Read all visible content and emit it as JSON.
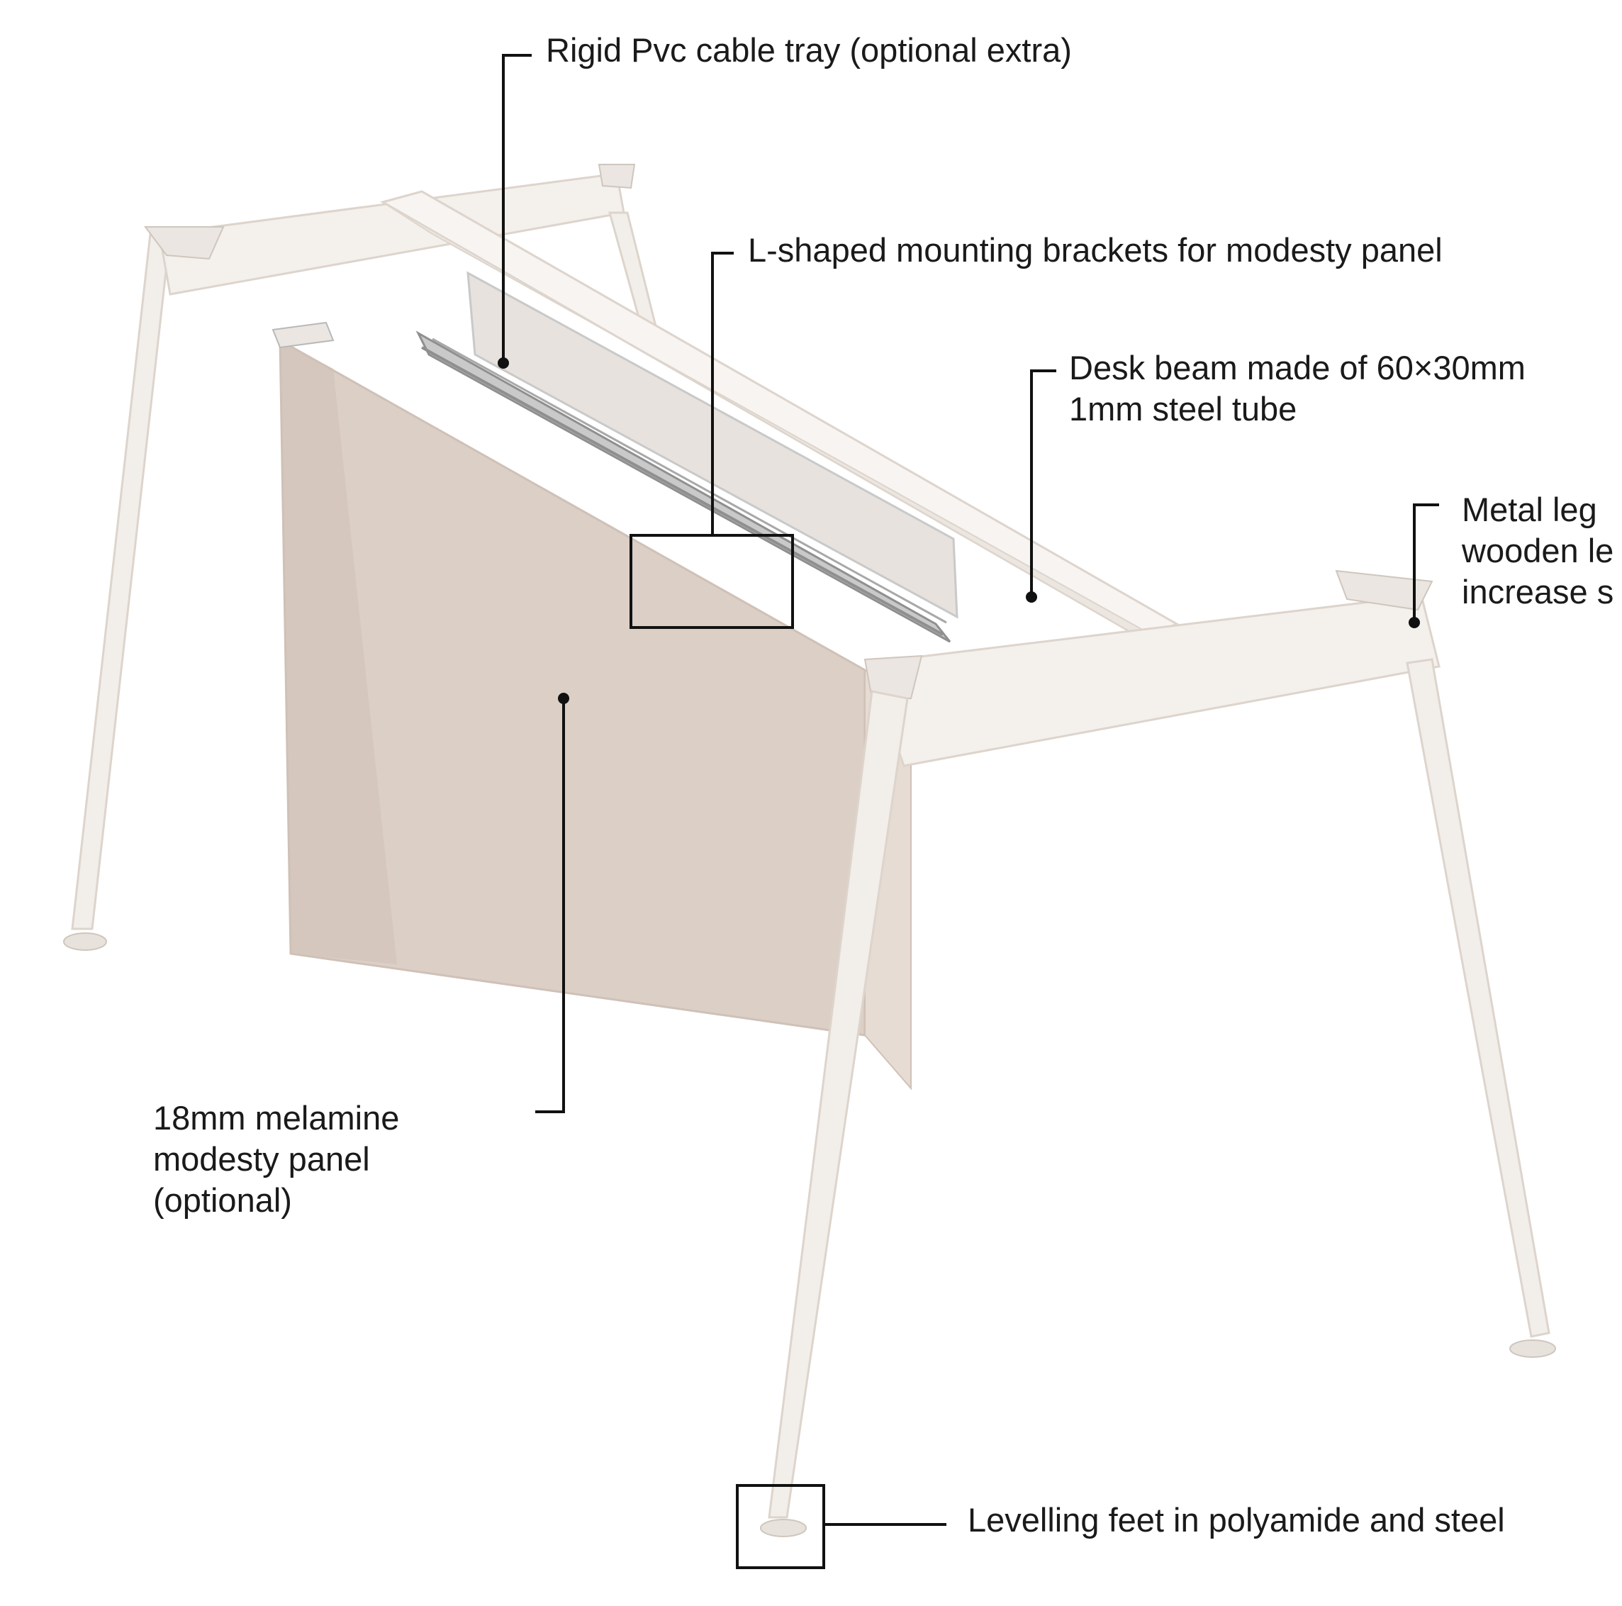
{
  "diagram": {
    "subject": "desk frame",
    "colors": {
      "frame": "#f2eeea",
      "frame_edge": "#ddd4cc",
      "panel": "#dccfc6",
      "panel_shade": "#cfc1b7",
      "tray": "#c9c9c9",
      "tray_dark": "#8f8f8f",
      "line": "#111111",
      "text": "#1a1a1a",
      "background": "#ffffff"
    },
    "callouts": [
      {
        "id": "cable-tray",
        "lines": [
          "Rigid Pvc cable tray (optional extra)"
        ]
      },
      {
        "id": "mounting-brackets",
        "lines": [
          "L-shaped mounting brackets for modesty panel"
        ]
      },
      {
        "id": "desk-beam",
        "lines": [
          "Desk beam made of 60×30mm",
          "1mm steel tube"
        ]
      },
      {
        "id": "metal-leg",
        "lines": [
          "Metal leg",
          "wooden le",
          "increase s"
        ]
      },
      {
        "id": "modesty-panel",
        "lines": [
          "18mm melamine",
          "modesty panel",
          "(optional)"
        ]
      },
      {
        "id": "levelling-feet",
        "lines": [
          "Levelling feet in polyamide and steel"
        ]
      }
    ]
  }
}
